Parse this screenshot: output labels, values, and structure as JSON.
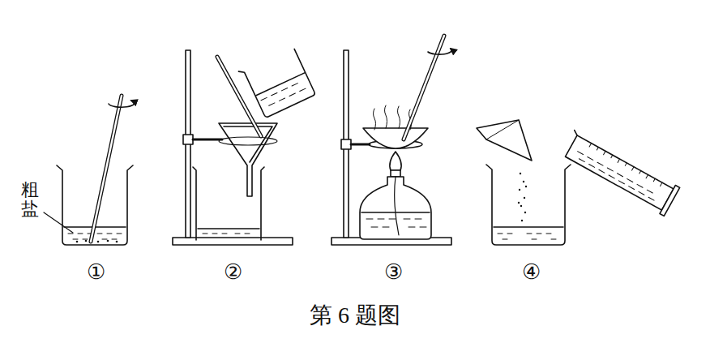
{
  "diagram": {
    "caption": "第 6 题图",
    "labels": [
      "粗盐",
      "①",
      "②",
      "③",
      "④"
    ]
  }
}
